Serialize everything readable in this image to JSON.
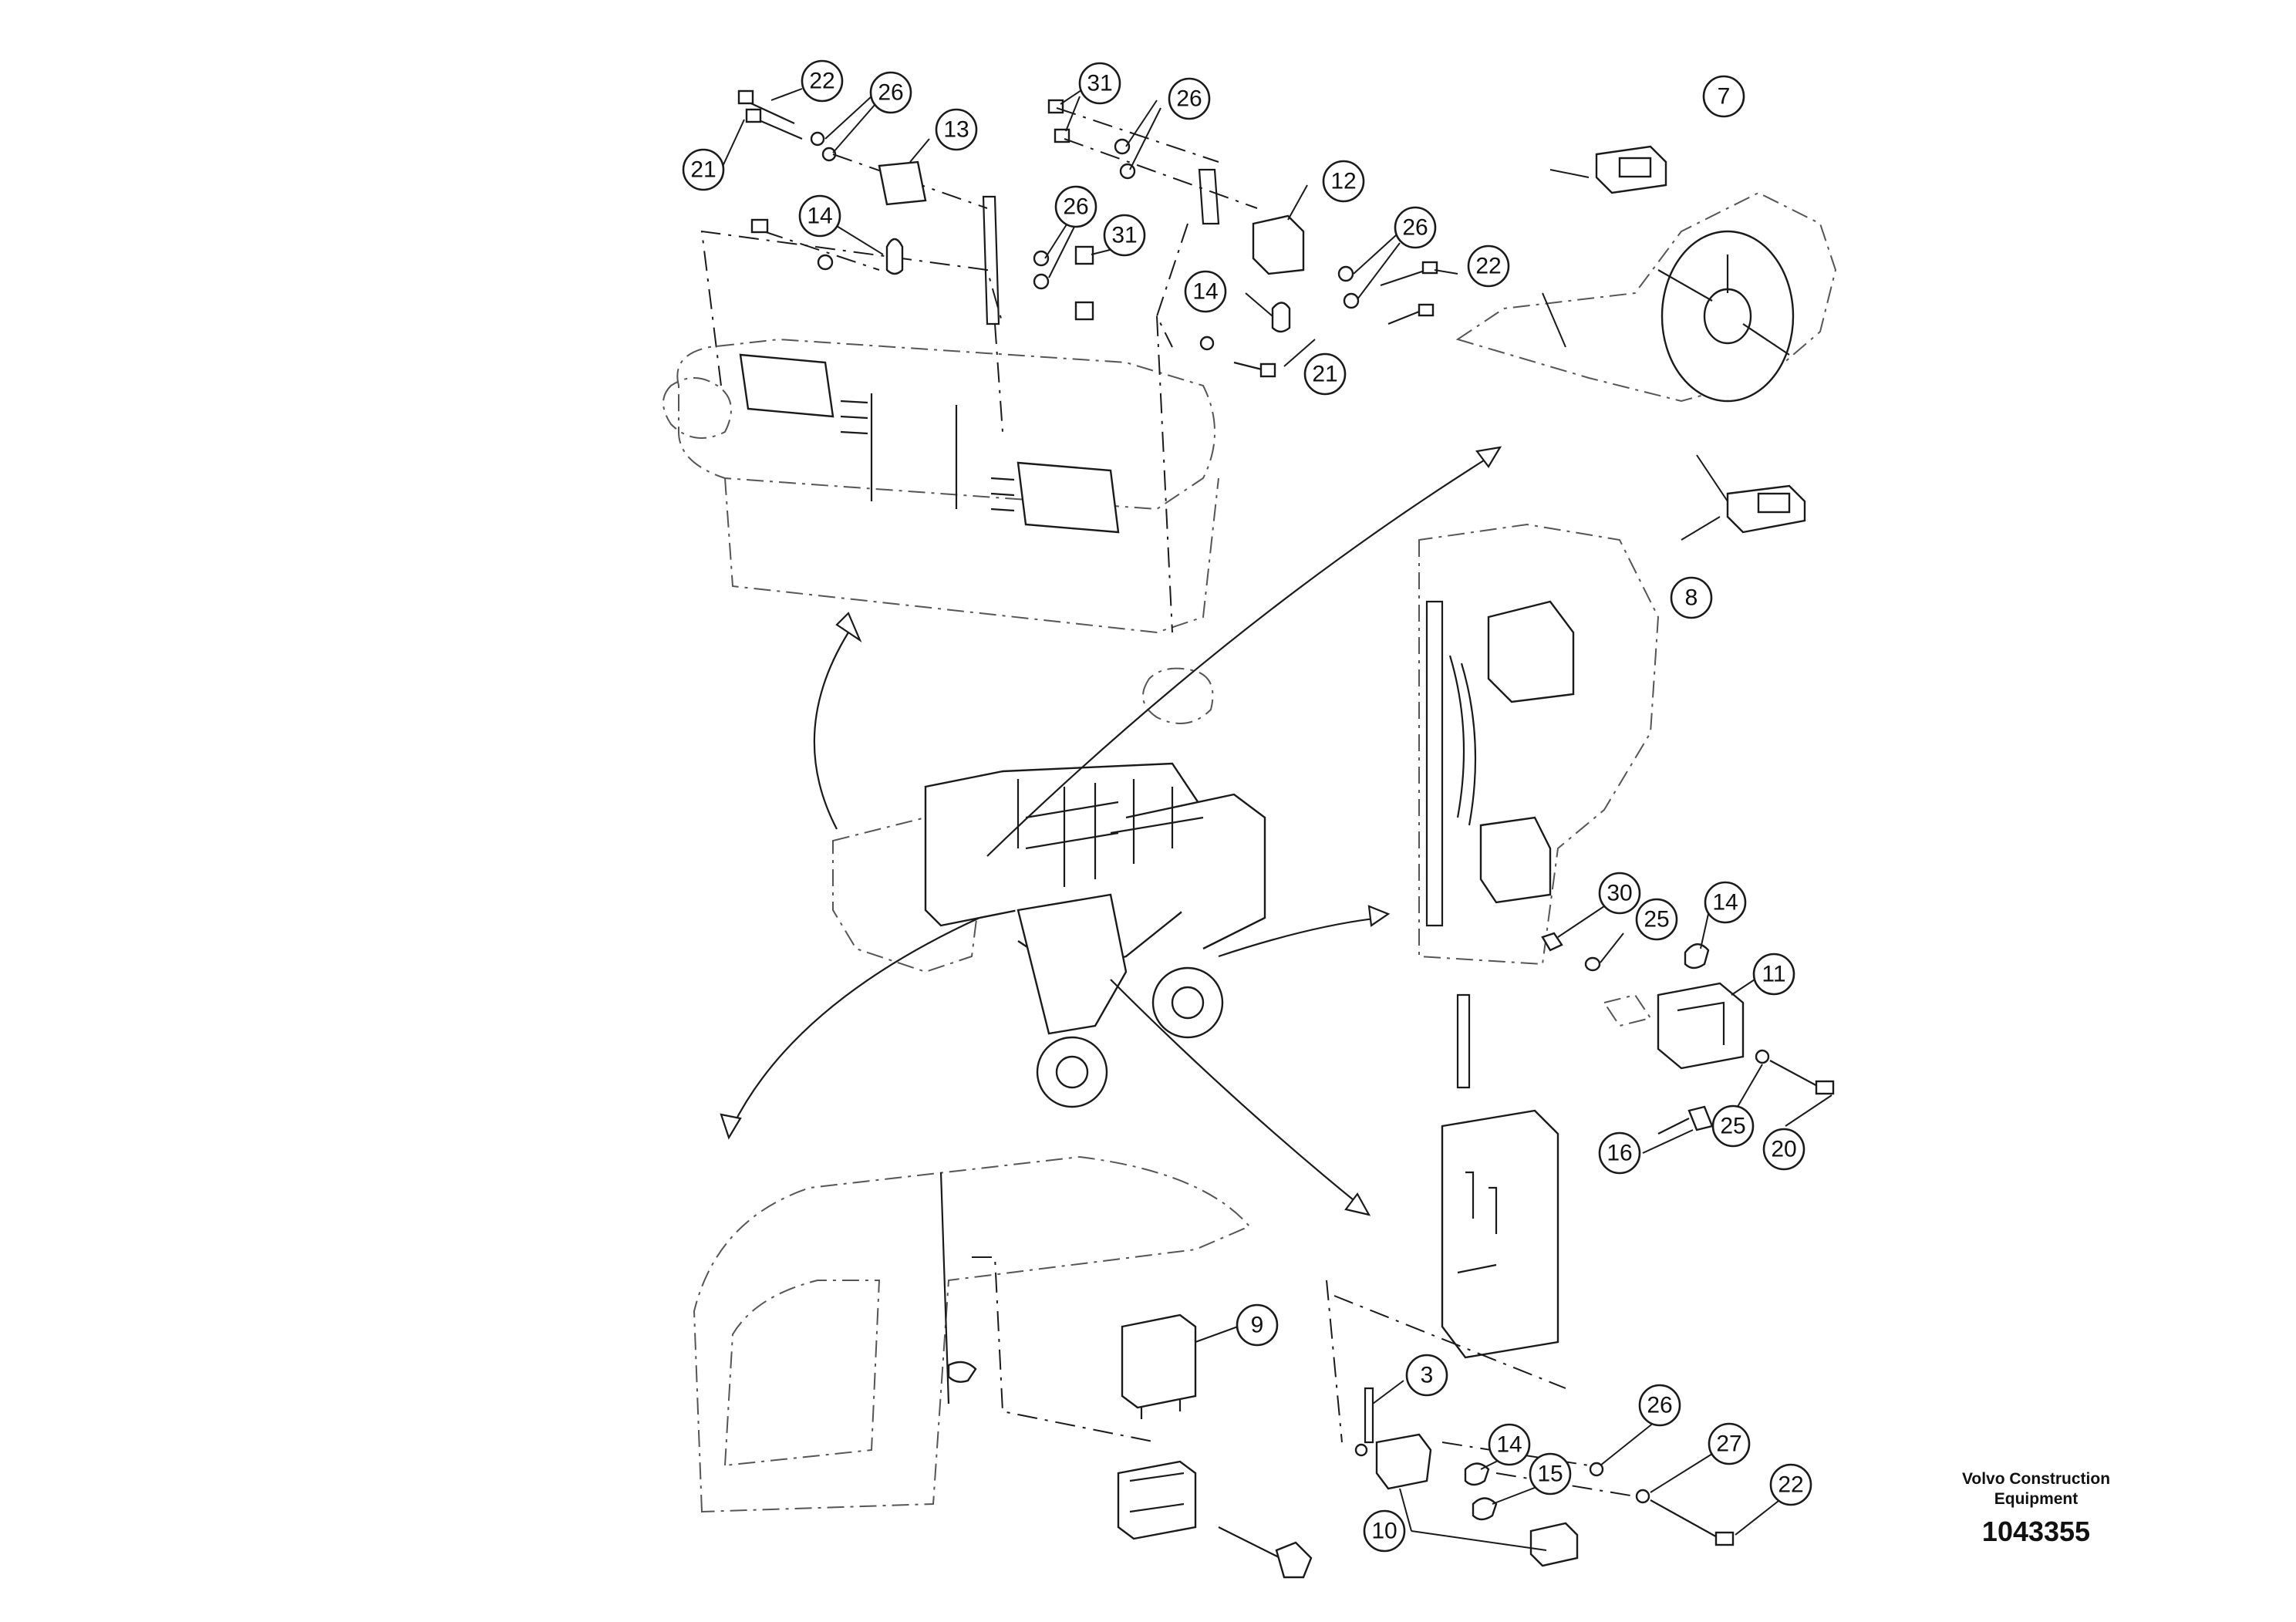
{
  "diagram": {
    "callouts": [
      "22",
      "26",
      "21",
      "13",
      "14",
      "26",
      "31",
      "31",
      "26",
      "12",
      "26",
      "14",
      "21",
      "22",
      "7",
      "8",
      "30",
      "25",
      "14",
      "11",
      "25",
      "20",
      "16",
      "9",
      "3",
      "26",
      "14",
      "15",
      "27",
      "22",
      "10"
    ]
  },
  "brand": {
    "line1": "Volvo Construction",
    "line2": "Equipment"
  },
  "document": {
    "number": "1043355"
  }
}
